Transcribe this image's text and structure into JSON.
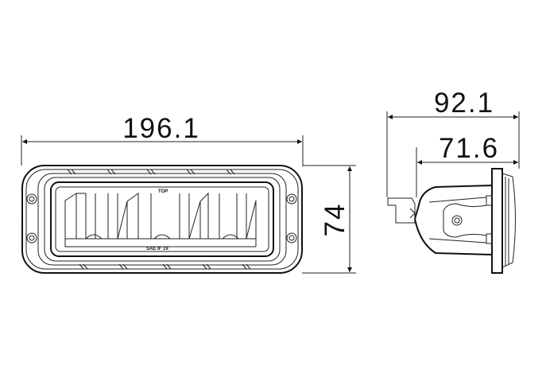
{
  "drawing": {
    "front_view": {
      "width_dimension": "196.1",
      "height_dimension": "74",
      "lens_marking_top": "TOP",
      "lens_marking_bottom": "SAE IF 19"
    },
    "side_view": {
      "overall_depth_dimension": "92.1",
      "body_depth_dimension": "71.6"
    },
    "line_color": "#222222"
  }
}
